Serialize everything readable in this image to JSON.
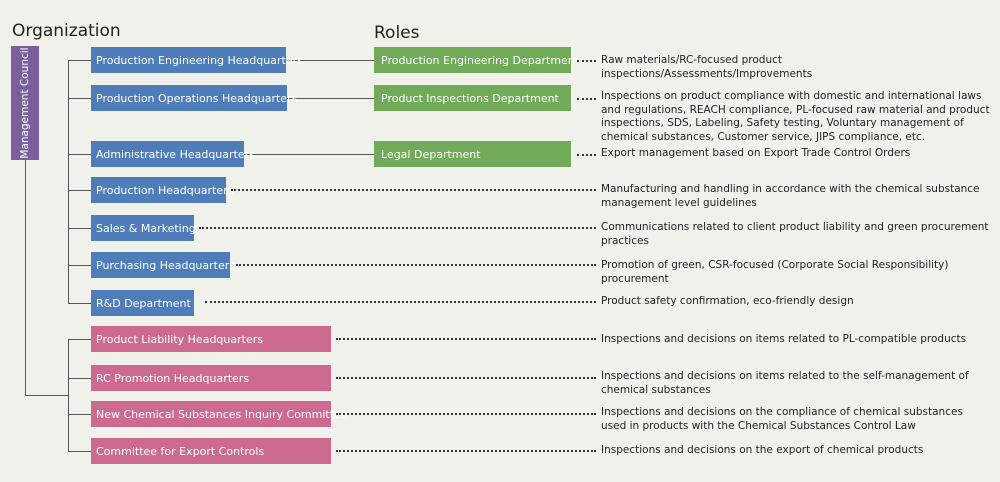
{
  "headings": {
    "organization": "Organization",
    "roles": "Roles"
  },
  "council": {
    "label": "Management Council"
  },
  "org_units": [
    {
      "label": "Production Engineering Headquarters",
      "group": "blue"
    },
    {
      "label": "Production Operations Headquarters",
      "group": "blue"
    },
    {
      "label": "Administrative Headquarters",
      "group": "blue"
    },
    {
      "label": "Production Headquarters",
      "group": "blue"
    },
    {
      "label": "Sales & Marketing",
      "group": "blue"
    },
    {
      "label": "Purchasing Headquarters",
      "group": "blue"
    },
    {
      "label": "R&D Department",
      "group": "blue"
    },
    {
      "label": "Product Liability Headquarters",
      "group": "pink"
    },
    {
      "label": "RC Promotion Headquarters",
      "group": "pink"
    },
    {
      "label": "New Chemical Substances Inquiry Committee",
      "group": "pink"
    },
    {
      "label": "Committee for Export Controls",
      "group": "pink"
    }
  ],
  "departments": [
    {
      "label": "Production Engineering Department"
    },
    {
      "label": "Product Inspections Department"
    },
    {
      "label": "Legal Department"
    }
  ],
  "roles": [
    {
      "text": "Raw materials/RC-focused product inspections/Assessments/Improvements"
    },
    {
      "text": "Inspections on product compliance with domestic and international laws and regulations, REACH compliance, PL-focused raw material and product inspections, SDS, Labeling, Safety testing, Voluntary management of chemical substances, Customer service, JIPS compliance, etc."
    },
    {
      "text": "Export management based on Export Trade Control Orders"
    },
    {
      "text": "Manufacturing and handling in accordance with the chemical substance management level guidelines"
    },
    {
      "text": "Communications related to client product liability and green procurement practices"
    },
    {
      "text": "Promotion of green, CSR-focused (Corporate Social Responsibility) procurement"
    },
    {
      "text": "Product safety confirmation, eco-friendly design"
    },
    {
      "text": "Inspections and decisions on items related to PL-compatible products"
    },
    {
      "text": "Inspections and decisions on items related to the self-management of chemical substances"
    },
    {
      "text": "Inspections and decisions on the compliance of chemical substances used in products with the Chemical Substances Control Law"
    },
    {
      "text": "Inspections and decisions on the export of chemical products"
    }
  ],
  "colors": {
    "blue": "#4f7db9",
    "green": "#71ab5a",
    "pink": "#cc6a90",
    "council": "#7b5e9c",
    "background": "#f1f1ec"
  }
}
